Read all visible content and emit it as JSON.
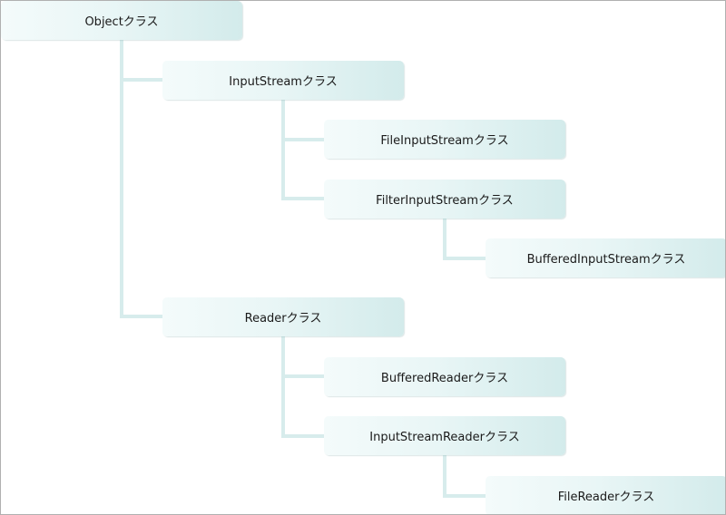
{
  "diagram": {
    "nodes": [
      {
        "id": "object",
        "label": "Objectクラス"
      },
      {
        "id": "inputstream",
        "label": "InputStreamクラス"
      },
      {
        "id": "fileinputstream",
        "label": "FileInputStreamクラス"
      },
      {
        "id": "filterinputstream",
        "label": "FilterInputStreamクラス"
      },
      {
        "id": "bufferedinputstream",
        "label": "BufferedInputStreamクラス"
      },
      {
        "id": "reader",
        "label": "Readerクラス"
      },
      {
        "id": "bufferedreader",
        "label": "BufferedReaderクラス"
      },
      {
        "id": "inputstreamreader",
        "label": "InputStreamReaderクラス"
      },
      {
        "id": "filereader",
        "label": "FileReaderクラス"
      }
    ],
    "edges": [
      {
        "from": "object",
        "to": "inputstream"
      },
      {
        "from": "object",
        "to": "reader"
      },
      {
        "from": "inputstream",
        "to": "fileinputstream"
      },
      {
        "from": "inputstream",
        "to": "filterinputstream"
      },
      {
        "from": "filterinputstream",
        "to": "bufferedinputstream"
      },
      {
        "from": "reader",
        "to": "bufferedreader"
      },
      {
        "from": "reader",
        "to": "inputstreamreader"
      },
      {
        "from": "inputstreamreader",
        "to": "filereader"
      }
    ],
    "colors": {
      "node_fill_light": "#f4fbfb",
      "node_fill_dark": "#d3ebeb",
      "connector": "#d7ecec",
      "border": "#b0b0b0"
    }
  }
}
